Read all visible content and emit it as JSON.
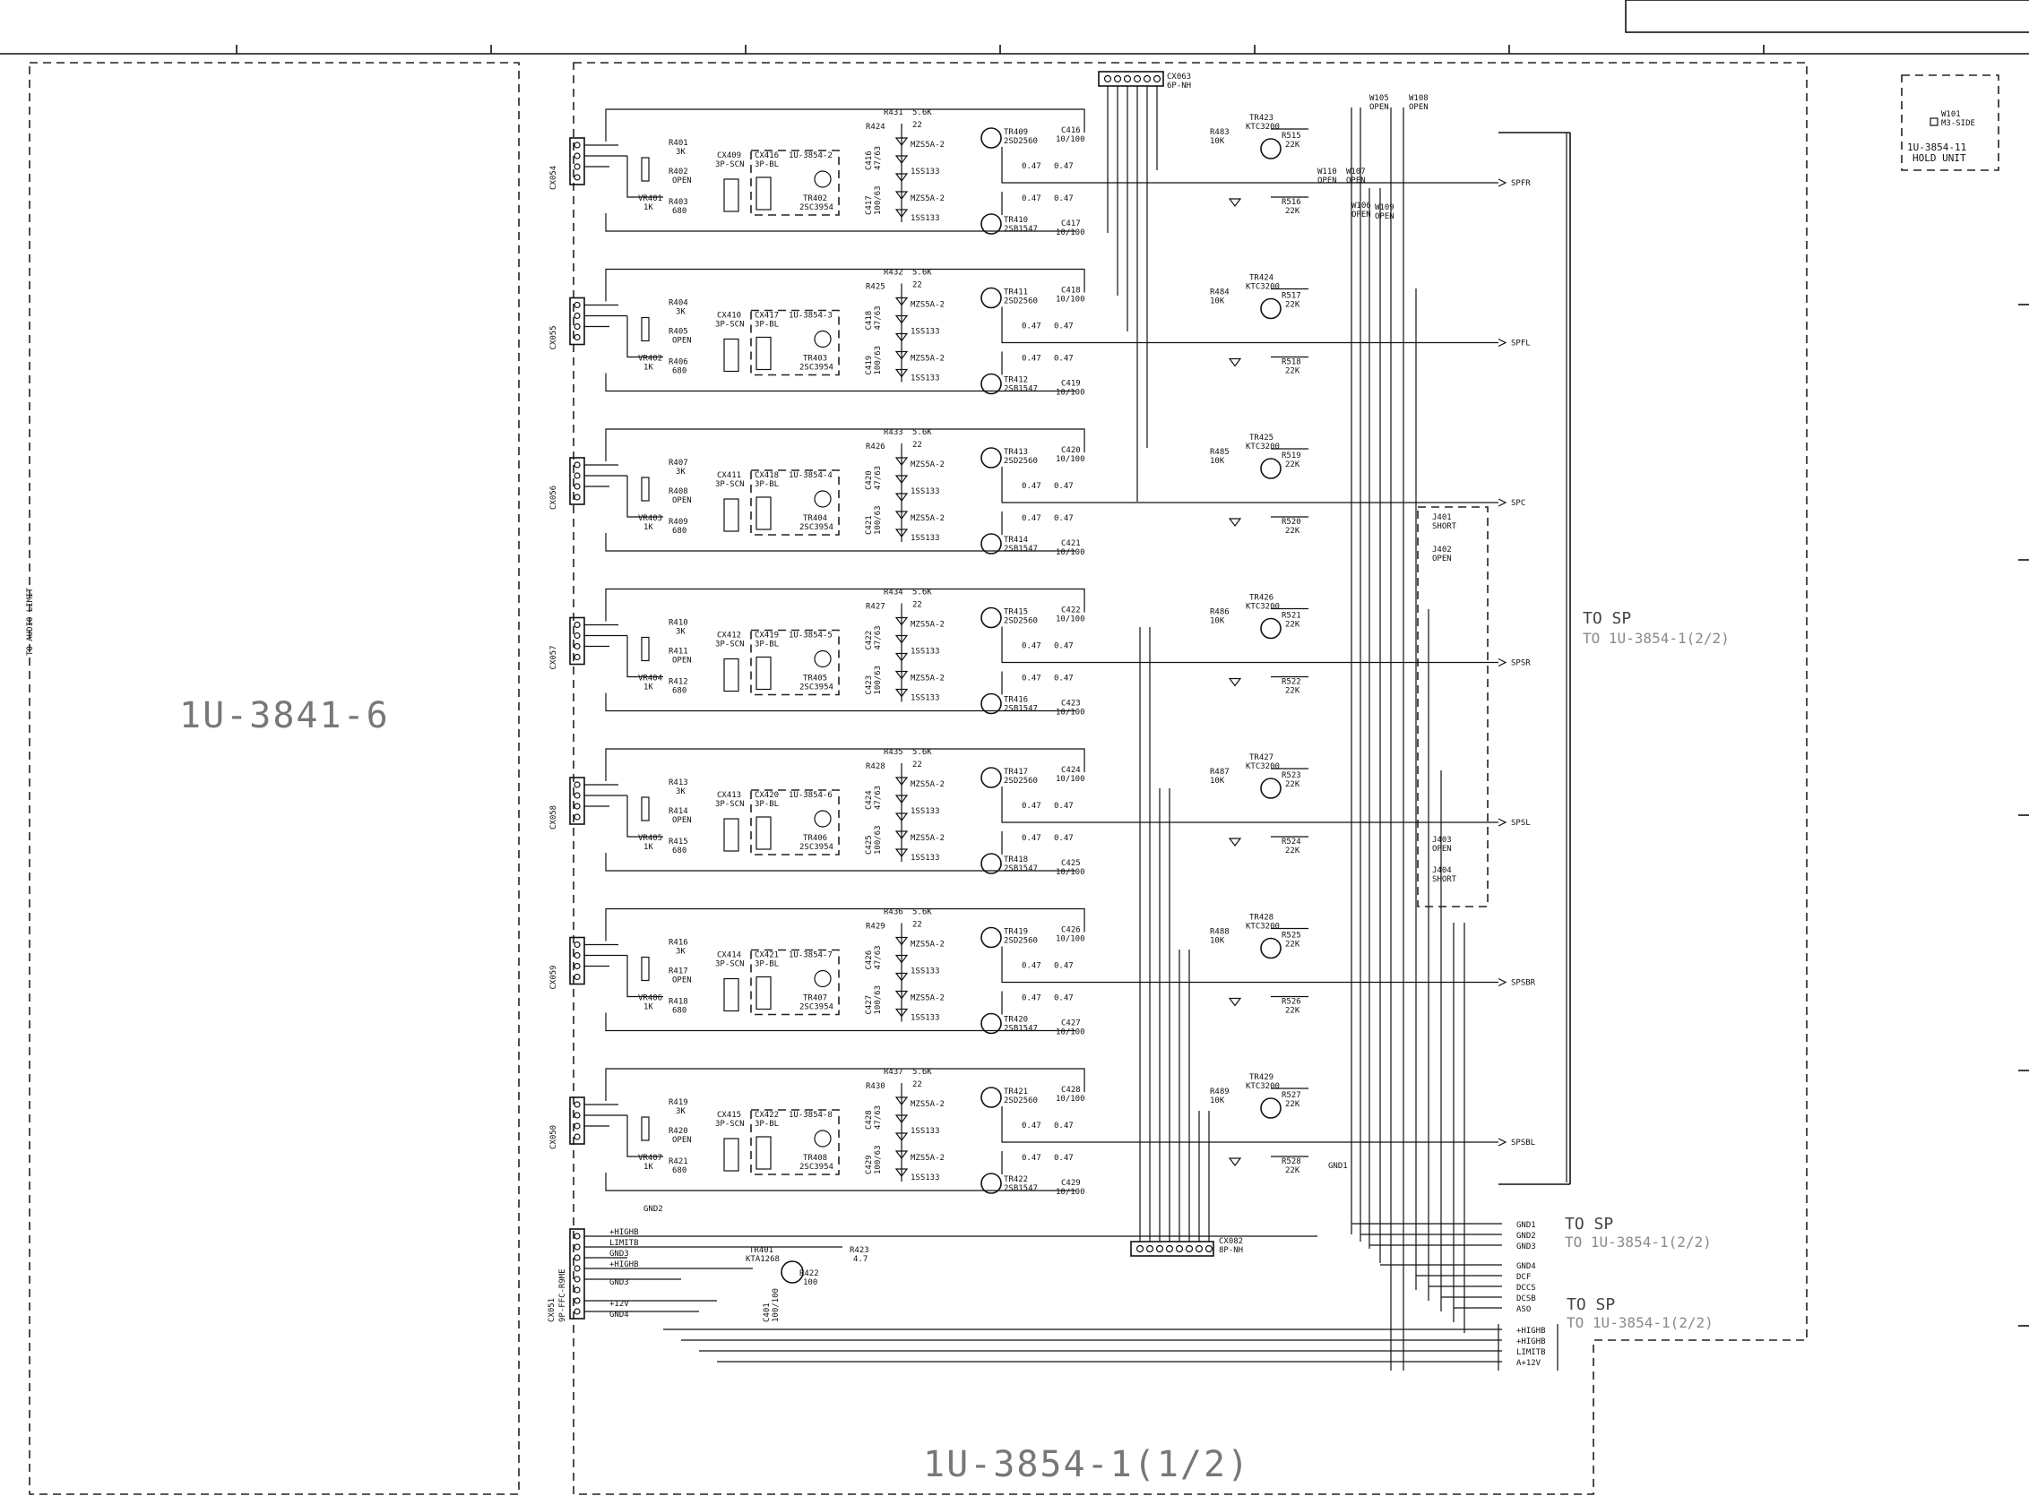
{
  "board_labels": {
    "left_board": "1U-3841-6",
    "main_board": "1U-3854-1(1/2)",
    "audio_limit": "TO AUDIO LIMIT"
  },
  "hold_unit": {
    "w": "W101",
    "side": "M3-SIDE",
    "part": "1U-3854-11",
    "name": "HOLD UNIT"
  },
  "to_sp_blocks": [
    {
      "title": "TO SP",
      "ref": "TO 1U-3854-1(2/2)"
    },
    {
      "title": "TO SP",
      "ref": "TO 1U-3854-1(2/2)"
    },
    {
      "title": "TO SP",
      "ref": "TO 1U-3854-1(2/2)"
    }
  ],
  "connectors": {
    "top": {
      "name": "CX063",
      "type": "6P-NH"
    },
    "bottom": {
      "name": "CX082",
      "type": "8P-NH"
    },
    "control": {
      "name": "CX051",
      "type": "9P-FFC-R9ME"
    }
  },
  "channels": [
    {
      "input": "CX054",
      "vr": "VR401",
      "ra": "R401",
      "rb": "R402",
      "rc": "R403",
      "cx_a": "CX409",
      "cx_b": "CX416",
      "unit": "1U-3854-2",
      "tr_small": "TR402",
      "r_top": "R431",
      "r_bias": "R424",
      "tr_hi": "TR409",
      "tr_lo": "TR410",
      "c_hi": "C416",
      "c_lo": "C417",
      "r_tr": "R483",
      "tr_drv": "TR423",
      "r_out": "R515",
      "r_out2": "R516",
      "out": "SPFR"
    },
    {
      "input": "CX055",
      "vr": "VR402",
      "ra": "R404",
      "rb": "R405",
      "rc": "R406",
      "cx_a": "CX410",
      "cx_b": "CX417",
      "unit": "1U-3854-3",
      "tr_small": "TR403",
      "r_top": "R432",
      "r_bias": "R425",
      "tr_hi": "TR411",
      "tr_lo": "TR412",
      "c_hi": "C418",
      "c_lo": "C419",
      "r_tr": "R484",
      "tr_drv": "TR424",
      "r_out": "R517",
      "r_out2": "R518",
      "out": "SPFL"
    },
    {
      "input": "CX056",
      "vr": "VR403",
      "ra": "R407",
      "rb": "R408",
      "rc": "R409",
      "cx_a": "CX411",
      "cx_b": "CX418",
      "unit": "1U-3854-4",
      "tr_small": "TR404",
      "r_top": "R433",
      "r_bias": "R426",
      "tr_hi": "TR413",
      "tr_lo": "TR414",
      "c_hi": "C420",
      "c_lo": "C421",
      "r_tr": "R485",
      "tr_drv": "TR425",
      "r_out": "R519",
      "r_out2": "R520",
      "out": "SPC"
    },
    {
      "input": "CX057",
      "vr": "VR404",
      "ra": "R410",
      "rb": "R411",
      "rc": "R412",
      "cx_a": "CX412",
      "cx_b": "CX419",
      "unit": "1U-3854-5",
      "tr_small": "TR405",
      "r_top": "R434",
      "r_bias": "R427",
      "tr_hi": "TR415",
      "tr_lo": "TR416",
      "c_hi": "C422",
      "c_lo": "C423",
      "r_tr": "R486",
      "tr_drv": "TR426",
      "r_out": "R521",
      "r_out2": "R522",
      "out": "SPSR"
    },
    {
      "input": "CX058",
      "vr": "VR405",
      "ra": "R413",
      "rb": "R414",
      "rc": "R415",
      "cx_a": "CX413",
      "cx_b": "CX420",
      "unit": "1U-3854-6",
      "tr_small": "TR406",
      "r_top": "R435",
      "r_bias": "R428",
      "tr_hi": "TR417",
      "tr_lo": "TR418",
      "c_hi": "C424",
      "c_lo": "C425",
      "r_tr": "R487",
      "tr_drv": "TR427",
      "r_out": "R523",
      "r_out2": "R524",
      "out": "SPSL"
    },
    {
      "input": "CX059",
      "vr": "VR406",
      "ra": "R416",
      "rb": "R417",
      "rc": "R418",
      "cx_a": "CX414",
      "cx_b": "CX421",
      "unit": "1U-3854-7",
      "tr_small": "TR407",
      "r_top": "R436",
      "r_bias": "R429",
      "tr_hi": "TR419",
      "tr_lo": "TR420",
      "c_hi": "C426",
      "c_lo": "C427",
      "r_tr": "R488",
      "tr_drv": "TR428",
      "r_out": "R525",
      "r_out2": "R526",
      "out": "SPSBR"
    },
    {
      "input": "CX050",
      "vr": "VR407",
      "ra": "R419",
      "rb": "R420",
      "rc": "R421",
      "cx_a": "CX415",
      "cx_b": "CX422",
      "unit": "1U-3854-8",
      "tr_small": "TR408",
      "r_top": "R437",
      "r_bias": "R430",
      "tr_hi": "TR421",
      "tr_lo": "TR422",
      "c_hi": "C428",
      "c_lo": "C429",
      "r_tr": "R489",
      "tr_drv": "TR429",
      "r_out": "R527",
      "r_out2": "R528",
      "out": "SPSBL"
    }
  ],
  "part_values": {
    "k3": "3K",
    "open": "OPEN",
    "r680": "680",
    "k1": "1K",
    "k56": "5.6K",
    "r22": "22",
    "r047": "0.47",
    "c10100": "10/100",
    "k10": "10K",
    "k22": "22K",
    "hi_type": "2SD2560",
    "lo_type": "2SB1547",
    "drv_type": "KTC3200",
    "small_type": "2SC3954",
    "cxa_type": "3P-SCN",
    "cxb_type": "3P-BL",
    "zener": "MZS5A-2",
    "diode": "1SS133",
    "c4763": "47/63",
    "c10063": "100/63"
  },
  "jumpers": [
    {
      "name": "J401",
      "state": "SHORT"
    },
    {
      "name": "J402",
      "state": "OPEN"
    },
    {
      "name": "J403",
      "state": "OPEN"
    },
    {
      "name": "J404",
      "state": "SHORT"
    }
  ],
  "top_jumpers": [
    {
      "name": "W105",
      "state": "OPEN"
    },
    {
      "name": "W108",
      "state": "OPEN"
    },
    {
      "name": "W110",
      "state": "OPEN"
    },
    {
      "name": "W107",
      "state": "OPEN"
    },
    {
      "name": "W106",
      "state": "OPEN"
    },
    {
      "name": "W109",
      "state": "OPEN"
    }
  ],
  "gnd_labels": [
    "GND1",
    "GND2"
  ],
  "bottom_outputs_a": [
    "GND1",
    "GND2",
    "GND3"
  ],
  "bottom_outputs_b": [
    "GND4",
    "DCF",
    "DCCS",
    "DCSB",
    "ASO"
  ],
  "bottom_outputs_c": [
    "+HIGHB",
    "+HIGHB",
    "LIMITB",
    "A+12V"
  ],
  "control_pins": [
    "+HIGHB",
    "LIMITB",
    "GND3",
    "+HIGHB",
    "GND3",
    "+12V",
    "GND4"
  ],
  "control_parts": {
    "tr": "TR401",
    "tr_type": "KTA1268",
    "r1": "R423",
    "r1v": "4.7",
    "r2": "R422",
    "r2v": "100",
    "c": "C401",
    "cv": "100/100"
  }
}
